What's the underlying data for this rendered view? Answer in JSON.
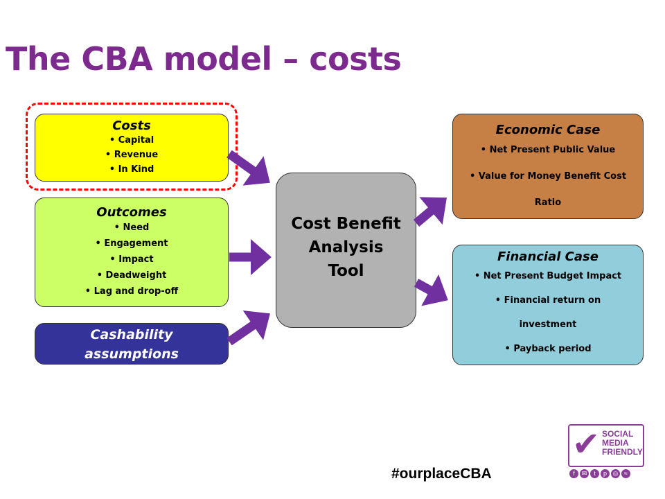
{
  "title": "The CBA model – costs",
  "inputs": {
    "costs": {
      "heading": "Costs",
      "items": [
        "Capital",
        "Revenue",
        "In Kind"
      ]
    },
    "outcomes": {
      "heading": "Outcomes",
      "items": [
        "Need",
        "Engagement",
        "Impact",
        "Deadweight",
        "Lag and drop-off"
      ]
    },
    "cashability": {
      "heading_line1": "Cashability",
      "heading_line2": "assumptions"
    }
  },
  "tool": {
    "line1": "Cost Benefit",
    "line2": "Analysis",
    "line3": "Tool"
  },
  "outputs": {
    "economic": {
      "heading": "Economic Case",
      "items": [
        "Net Present Public Value",
        "Value for Money Benefit Cost",
        "Ratio"
      ]
    },
    "financial": {
      "heading": "Financial Case",
      "items": [
        "Net Present Budget Impact",
        "Financial return on",
        "investment",
        "Payback period"
      ]
    }
  },
  "hashtag": "#ourplaceCBA",
  "badge": {
    "line1": "SOCIAL",
    "line2": "MEDIA",
    "line3": "FRIENDLY"
  },
  "colors": {
    "title": "#7d2a8e",
    "costs": "#ffff00",
    "outcomes": "#ccff66",
    "cashability": "#333399",
    "tool": "#b2b2b2",
    "economic": "#c67f45",
    "financial": "#92cddc",
    "arrow": "#7030a0",
    "highlight": "#ff0000"
  },
  "icons": [
    "facebook-icon",
    "email-icon",
    "twitter-icon",
    "pinterest-icon",
    "instagram-icon",
    "rss-icon"
  ]
}
